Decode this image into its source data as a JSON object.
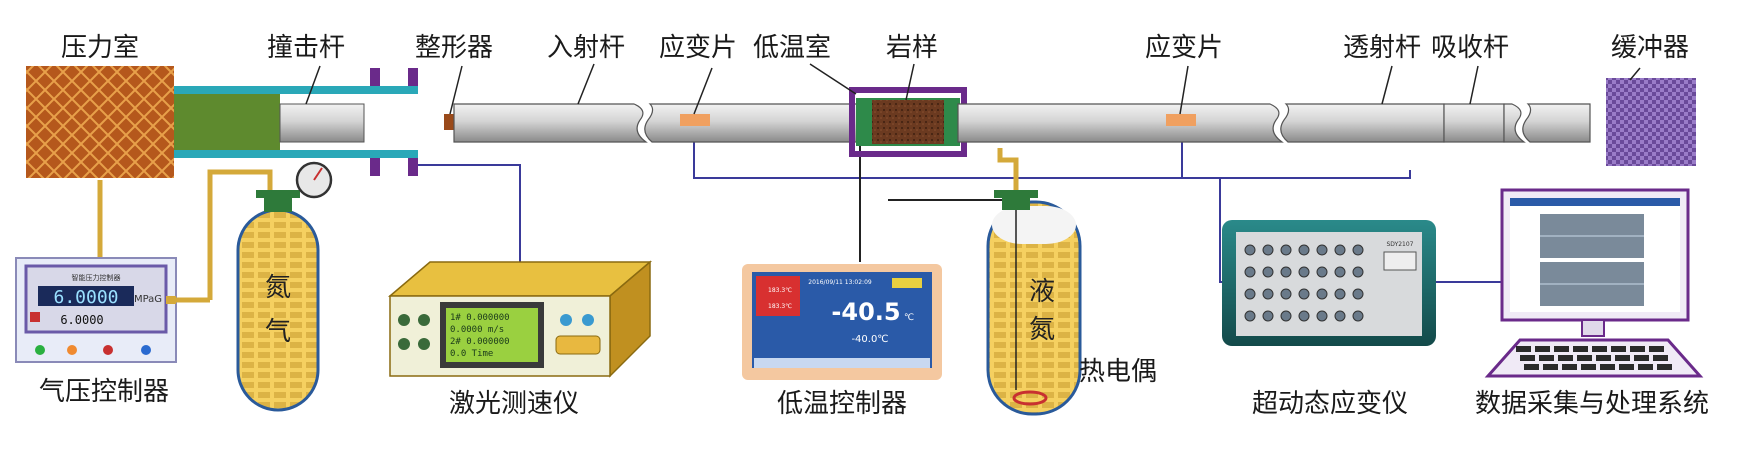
{
  "labels": {
    "pressure_chamber": "压力室",
    "striker_bar": "撞击杆",
    "pulse_shaper": "整形器",
    "incident_bar": "入射杆",
    "strain_gauge_left": "应变片",
    "cryo_chamber": "低温室",
    "rock_sample": "岩样",
    "strain_gauge_right": "应变片",
    "transmission_bar": "透射杆",
    "absorption_bar": "吸收杆",
    "buffer": "缓冲器",
    "gas_pressure_controller": "气压控制器",
    "nitrogen_gas": "氮气",
    "laser_velocimeter": "激光测速仪",
    "low_temp_controller": "低温控制器",
    "liquid_nitrogen": "液氮",
    "thermocouple": "热电偶",
    "ultra_dynamic_strain_meter": "超动态应变仪",
    "data_system": "数据采集与处理系统"
  },
  "pressure_controller": {
    "title": "智能压力控制器",
    "main_value": "6.0000",
    "unit": "MPaG",
    "sub_value": "6.0000"
  },
  "temp_controller": {
    "datetime": "2016/09/11 13:02:09",
    "main_value": "-40.5",
    "unit": "℃",
    "set_value": "-40.0℃",
    "left_values": [
      "183.3℃",
      "183.3℃"
    ]
  },
  "velocimeter": {
    "lines": [
      "1# 0.000000",
      "0.0000 m/s",
      "2# 0.000000",
      "0.0 Time"
    ]
  },
  "strain_meter": {
    "model": "SDY2107"
  },
  "colors": {
    "bar_gray": "#c8c8c8",
    "gauge_orange": "#f0a060",
    "cryo_purple": "#6a2a8a",
    "wire_blue": "#3a3a9a",
    "tube_gold": "#d4a93a",
    "cylinder_yellow": "#f5d060",
    "device_teal": "#1d6b6b",
    "pressure_brown": "#b5581c"
  }
}
